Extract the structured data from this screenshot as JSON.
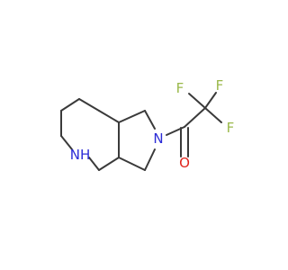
{
  "molecule": {
    "atoms": {
      "F1": {
        "label": "F",
        "color": "#9ab84a"
      },
      "F2": {
        "label": "F",
        "color": "#9ab84a"
      },
      "F3": {
        "label": "F",
        "color": "#9ab84a"
      },
      "N_pyrrolidine": {
        "label": "N",
        "color": "#2b2bd6"
      },
      "N_piperidine": {
        "label": "NH",
        "color": "#2b2bd6"
      },
      "O_carbonyl": {
        "label": "O",
        "color": "#e0231b"
      }
    },
    "bond_color": "#3a3a3a"
  }
}
